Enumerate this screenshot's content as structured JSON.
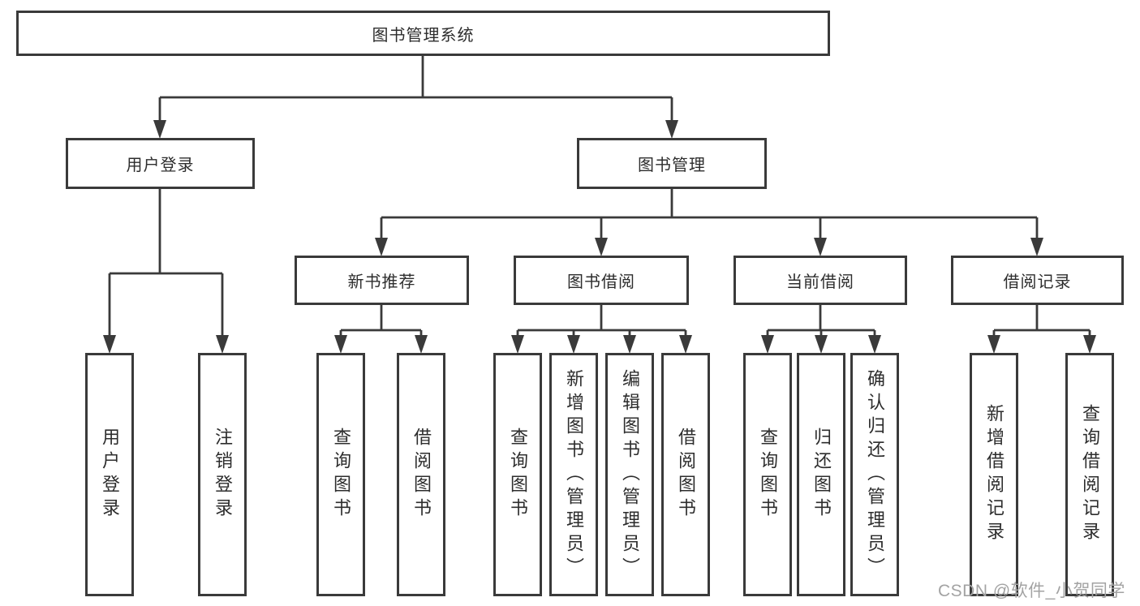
{
  "diagram": {
    "root": {
      "label": "图书管理系统"
    },
    "branches": [
      {
        "label": "用户登录",
        "children": [
          {
            "label": "用户登录"
          },
          {
            "label": "注销登录"
          }
        ]
      },
      {
        "label": "图书管理",
        "groups": [
          {
            "label": "新书推荐",
            "children": [
              {
                "label": "查询图书"
              },
              {
                "label": "借阅图书"
              }
            ]
          },
          {
            "label": "图书借阅",
            "children": [
              {
                "label": "查询图书"
              },
              {
                "label": "新增图书（管理员）"
              },
              {
                "label": "编辑图书（管理员）"
              },
              {
                "label": "借阅图书"
              }
            ]
          },
          {
            "label": "当前借阅",
            "children": [
              {
                "label": "查询图书"
              },
              {
                "label": "归还图书"
              },
              {
                "label": "确认归还（管理员）"
              }
            ]
          },
          {
            "label": "借阅记录",
            "children": [
              {
                "label": "新增借阅记录"
              },
              {
                "label": "查询借阅记录"
              }
            ]
          }
        ]
      }
    ]
  },
  "watermark": {
    "text": "CSDN @软件_小贺同学"
  },
  "colors": {
    "line": "#3a3a3a",
    "box_border": "#3a3a3a",
    "box_fill": "#ffffff",
    "text": "#2d2d2d",
    "watermark": "#a3a3a3",
    "background": "#ffffff"
  }
}
